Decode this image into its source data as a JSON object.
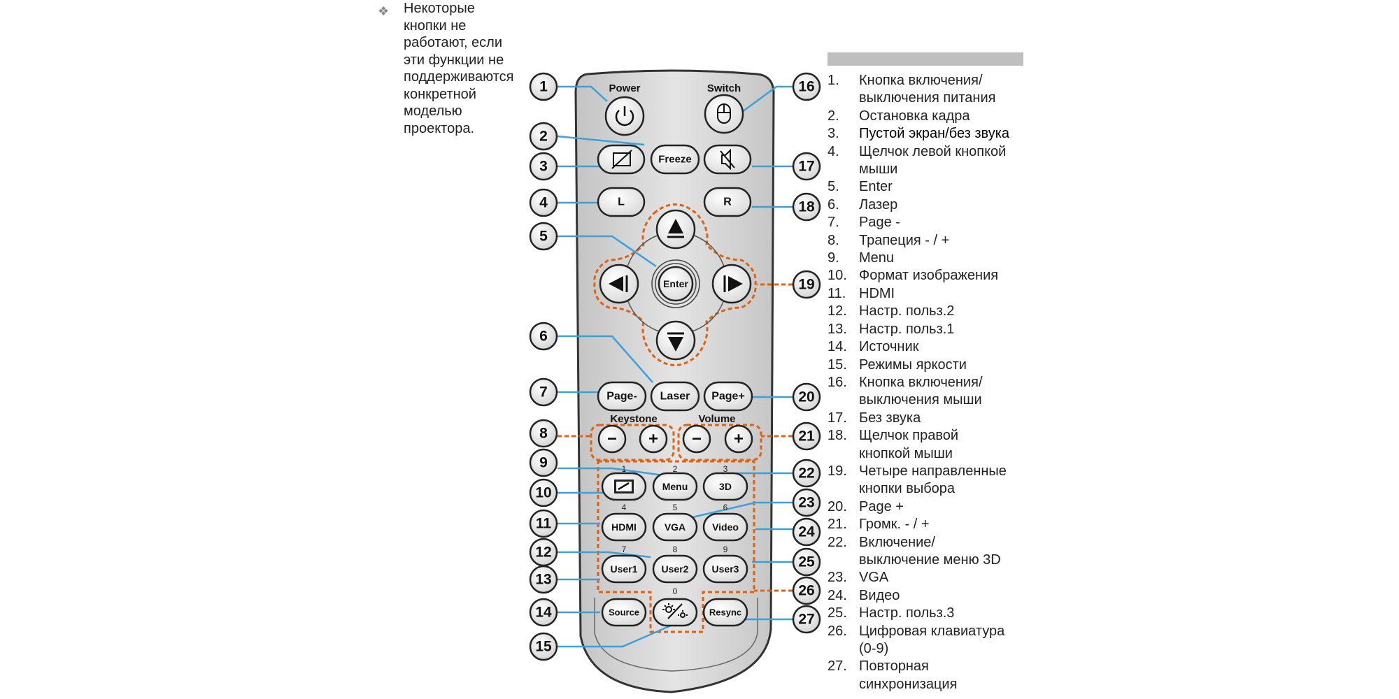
{
  "note": {
    "bullet": "❖",
    "text": "Некоторые\nкнопки не\nработают, если\nэти функции не\nподдерживаются\nконкретной\nмоделью\nпроектора."
  },
  "remote": {
    "power_label": "Power",
    "switch_label": "Switch",
    "freeze": "Freeze",
    "left_click": "L",
    "right_click": "R",
    "enter": "Enter",
    "page_minus": "Page-",
    "laser": "Laser",
    "page_plus": "Page+",
    "keystone_label": "Keystone",
    "volume_label": "Volume",
    "minus": "−",
    "plus": "+",
    "menu": "Menu",
    "three_d": "3D",
    "hdmi": "HDMI",
    "vga": "VGA",
    "video": "Video",
    "user1": "User1",
    "user2": "User2",
    "user3": "User3",
    "source": "Source",
    "resync": "Resync",
    "digits": [
      "1",
      "2",
      "3",
      "4",
      "5",
      "6",
      "7",
      "8",
      "9",
      "0"
    ],
    "callouts": [
      "1",
      "2",
      "3",
      "4",
      "5",
      "6",
      "7",
      "8",
      "9",
      "10",
      "11",
      "12",
      "13",
      "14",
      "15",
      "16",
      "17",
      "18",
      "19",
      "20",
      "21",
      "22",
      "23",
      "24",
      "25",
      "26",
      "27"
    ]
  },
  "legend": [
    {
      "num": "1.",
      "text": "Кнопка включения/\nвыключения питания"
    },
    {
      "num": "2.",
      "text": "Остановка кадра"
    },
    {
      "num": "3.",
      "text": "Пустой экран/без звука"
    },
    {
      "num": "4.",
      "text": "Щелчок левой кнопкой\nмыши"
    },
    {
      "num": "5.",
      "text": "Enter"
    },
    {
      "num": "6.",
      "text": "Лазер"
    },
    {
      "num": "7.",
      "text": "Page -"
    },
    {
      "num": "8.",
      "text": "Трапеция - / +"
    },
    {
      "num": "9.",
      "text": "Menu"
    },
    {
      "num": "10.",
      "text": "Формат изображения"
    },
    {
      "num": "11.",
      "text": "HDMI"
    },
    {
      "num": "12.",
      "text": "Настр. польз.2"
    },
    {
      "num": "13.",
      "text": "Настр. польз.1"
    },
    {
      "num": "14.",
      "text": "Источник"
    },
    {
      "num": "15.",
      "text": "Режимы яркости"
    },
    {
      "num": "16.",
      "text": "Кнопка включения/\nвыключения мыши"
    },
    {
      "num": "17.",
      "text": "Без звука"
    },
    {
      "num": "18.",
      "text": "Щелчок правой\nкнопкой мыши"
    },
    {
      "num": "19.",
      "text": "Четыре направленные\nкнопки выбора"
    },
    {
      "num": "20.",
      "text": "Page +"
    },
    {
      "num": "21.",
      "text": "Громк. - / +"
    },
    {
      "num": "22.",
      "text": "Включение/\nвыключение меню 3D"
    },
    {
      "num": "23.",
      "text": "VGA"
    },
    {
      "num": "24.",
      "text": "Видео"
    },
    {
      "num": "25.",
      "text": "Настр. польз.3"
    },
    {
      "num": "26.",
      "text": "Цифровая клавиатура\n(0-9)"
    },
    {
      "num": "27.",
      "text": "Повторная\nсинхронизация"
    }
  ],
  "colors": {
    "remote_body": "#d6d6d6",
    "leader_line": "#3ea0d8",
    "dashed_outline": "#e0620f",
    "button_fill": "#f0f0f0",
    "header_bar": "#bfbfbf"
  }
}
